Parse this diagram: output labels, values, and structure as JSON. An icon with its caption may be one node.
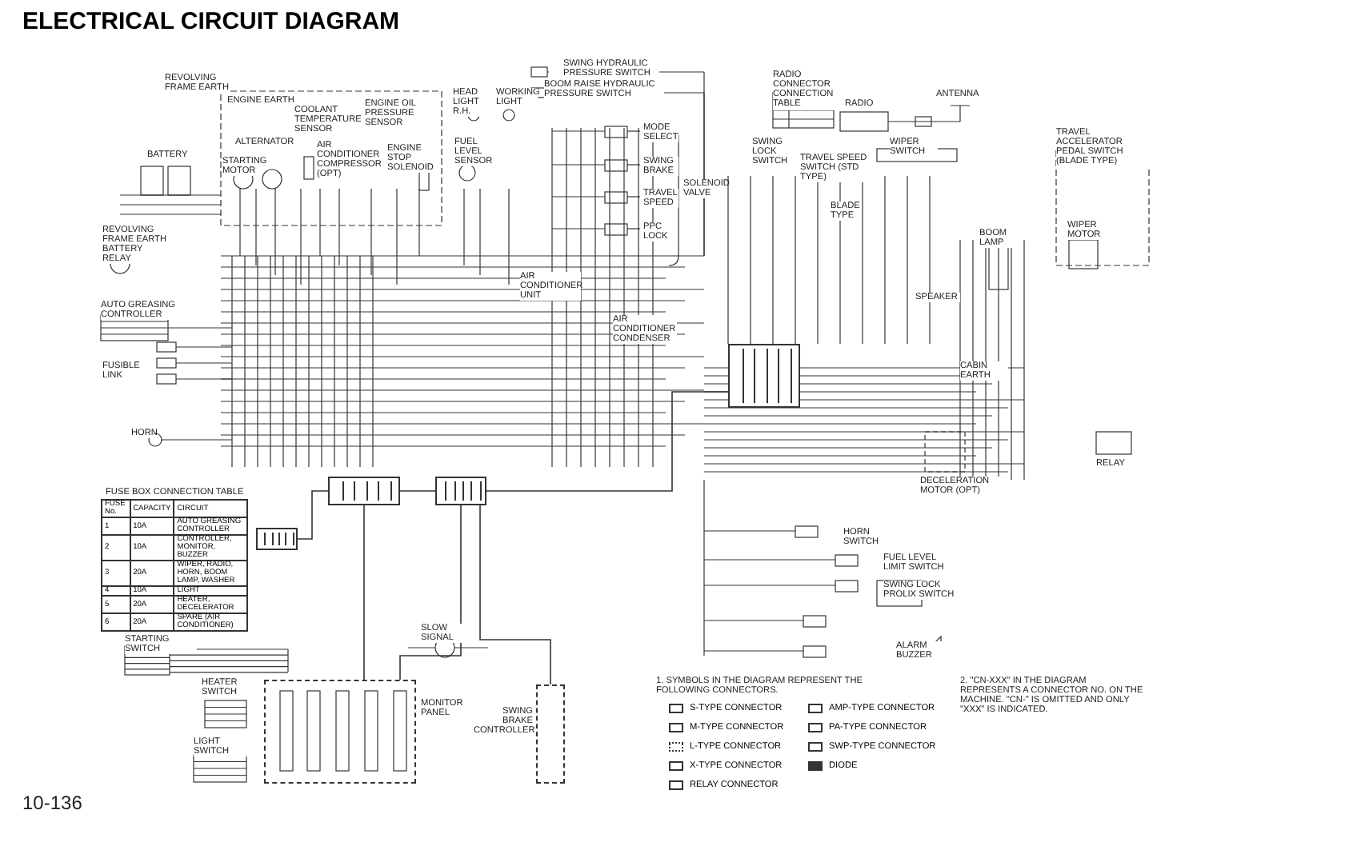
{
  "diagram": {
    "title": "ELECTRICAL CIRCUIT DIAGRAM",
    "nodes": [
      {
        "text": [],
        "shape": "box",
        "beside": [
          "MONITOR PANEL"
        ]
      },
      {
        "text": [],
        "shape": "box",
        "beside": [
          "SWING BRAKE CONTROLLER"
        ]
      },
      {
        "text": [],
        "shape": "box"
      },
      {
        "text": [],
        "shape": "box"
      },
      {
        "text": [],
        "shape": "box"
      },
      {
        "text": [],
        "shape": "box"
      }
    ],
    "edges": [
      {
        "from": 5,
        "to": 2,
        "arrow": "none"
      },
      {
        "from": 2,
        "to": 0,
        "arrow": "none"
      },
      {
        "from": 3,
        "to": 0,
        "arrow": "none"
      },
      {
        "from": 3,
        "to": 1,
        "arrow": "none"
      },
      {
        "from": 4,
        "to": 3,
        "arrow": "none"
      },
      {
        "from": 2,
        "to": 3,
        "arrow": "none"
      }
    ],
    "labels": [
      "REVOLVING FRAME EARTH",
      "ENGINE EARTH",
      "BATTERY",
      "REVOLVING FRAME EARTH",
      "BATTERY RELAY",
      "STARTING MOTOR",
      "ALTERNATOR",
      "COOLANT TEMPERATURE SENSOR",
      "AIR CONDITIONER COMPRESSOR (OPT)",
      "ENGINE OIL PRESSURE SENSOR",
      "ENGINE STOP SOLENOID",
      "FUEL LEVEL SENSOR",
      "HEAD LIGHT R.H.",
      "WORKING LIGHT",
      "SWING HYDRAULIC PRESSURE SWITCH",
      "BOOM RAISE HYDRAULIC PRESSURE SWITCH",
      "MODE SELECT",
      "SWING BRAKE",
      "TRAVEL SPEED",
      "PPC LOCK",
      "SOLENOID VALVE",
      "RADIO CONNECTOR CONNECTION TABLE",
      "RADIO",
      "ANTENNA",
      "WIPER SWITCH",
      "SWING LOCK SWITCH",
      "TRAVEL SPEED SWITCH (STD TYPE)",
      "BLADE TYPE",
      "TRAVEL ACCELERATOR PEDAL SWITCH (BLADE TYPE)",
      "WIPER MOTOR",
      "BOOM LAMP",
      "SPEAKER",
      "CABIN EARTH",
      "AIR CONDITIONER UNIT",
      "AIR CONDITIONER CONDENSER",
      "AUTO GREASING CONTROLLER",
      "FUSIBLE LINK",
      "HORN",
      "STARTING SWITCH",
      "SLOW SIGNAL",
      "HEATER SWITCH",
      "LIGHT SWITCH",
      "HORN SWITCH",
      "FUEL LEVEL LIMIT SWITCH",
      "SWING LOCK PROLIX SWITCH",
      "ALARM BUZZER",
      "DECELERATION MOTOR (OPT)",
      "RELAY",
      "1. SYMBOLS IN THE DIAGRAM REPRESENT THE FOLLOWING CONNECTORS.",
      "2. \"CN-XXX\" IN THE DIAGRAM REPRESENTS A CONNECTOR NO. ON THE MACHINE. \"CN-\" IS OMITTED AND ONLY \"XXX\" IS INDICATED.",
      "10-136",
      "FUSE BOX CONNECTION TABLE",
      "FUSE No.",
      "CAPACITY",
      "CIRCUIT",
      "1",
      "10A",
      "AUTO GREASING CONTROLLER",
      "2",
      "10A",
      "CONTROLLER, MONITOR, BUZZER",
      "3",
      "20A",
      "WIPER, RADIO, HORN, BOOM LAMP, WASHER",
      "4",
      "10A",
      "LIGHT",
      "5",
      "20A",
      "HEATER, DECELERATOR",
      "6",
      "20A",
      "SPARE (AIR CONDITIONER)"
    ],
    "legend": [
      {
        "text": "S-TYPE CONNECTOR"
      },
      {
        "text": "M-TYPE CONNECTOR"
      },
      {
        "text": "L-TYPE CONNECTOR"
      },
      {
        "text": "X-TYPE CONNECTOR"
      },
      {
        "text": "RELAY CONNECTOR"
      },
      {
        "text": "AMP-TYPE CONNECTOR"
      },
      {
        "text": "PA-TYPE CONNECTOR"
      },
      {
        "text": "SWP-TYPE CONNECTOR"
      },
      {
        "text": "DIODE"
      }
    ]
  }
}
